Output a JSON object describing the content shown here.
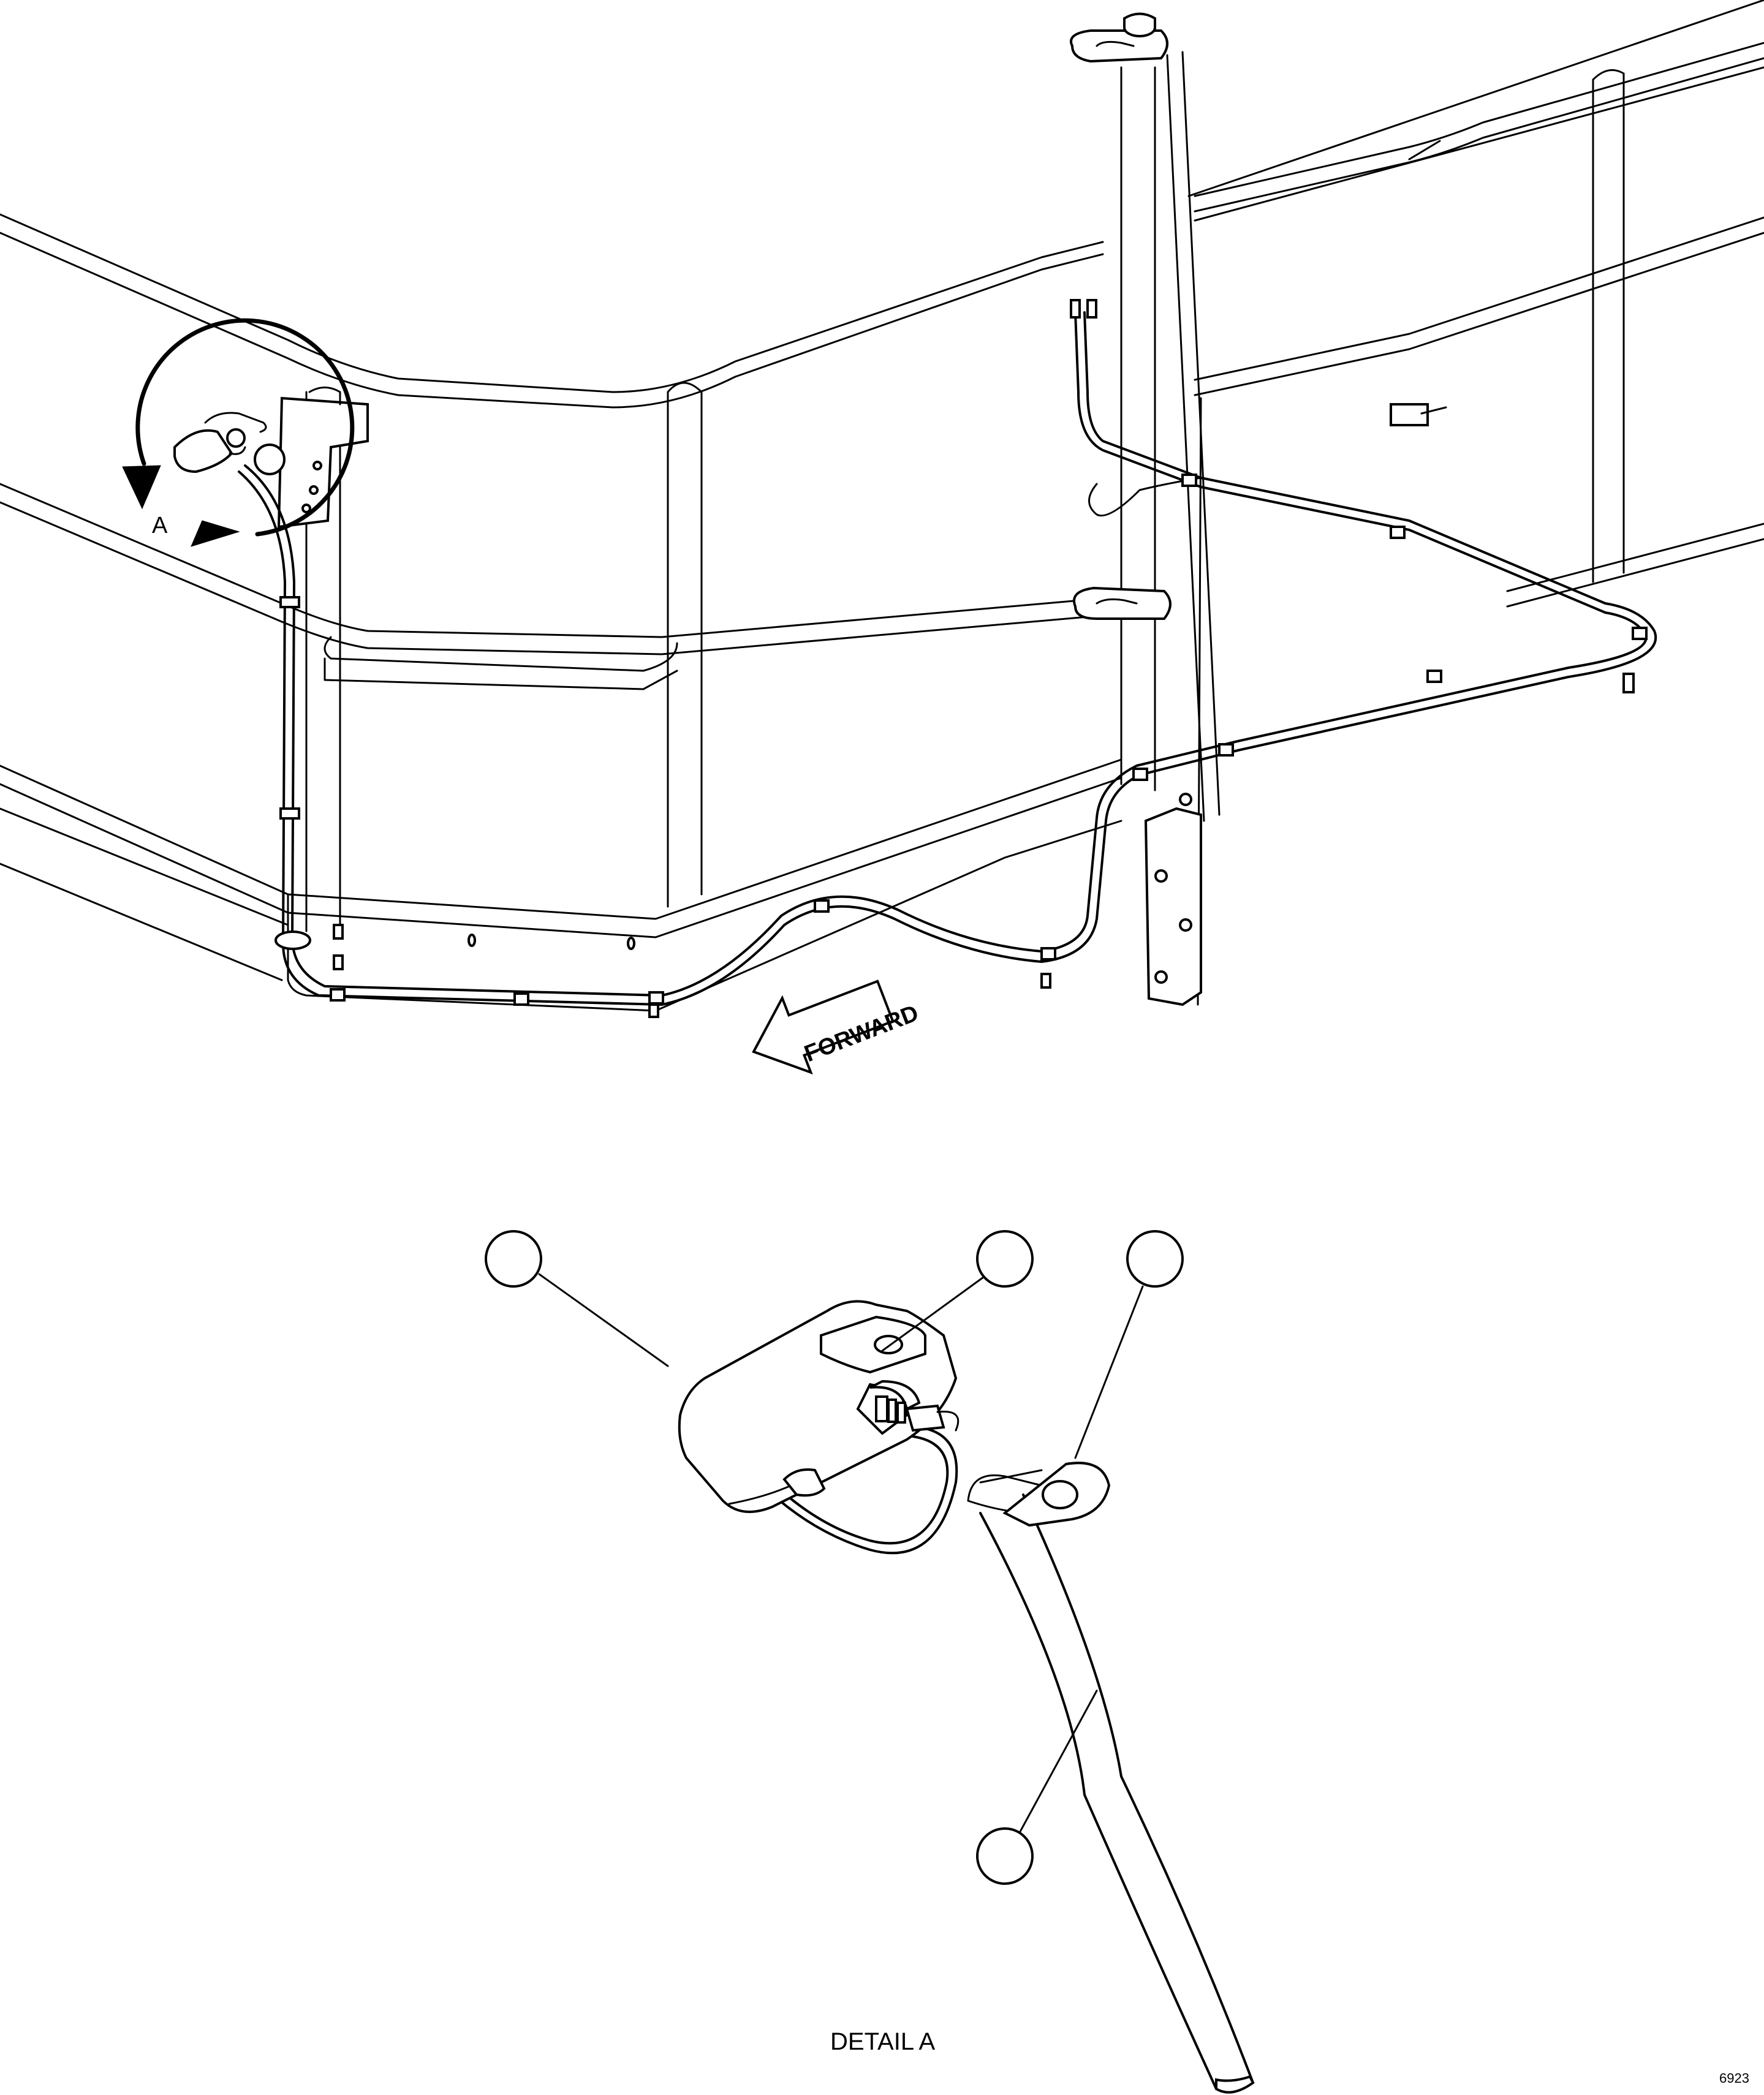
{
  "main_view": {
    "detail_callout": "A",
    "direction_arrow": "FORWARD"
  },
  "detail_view": {
    "title": "DETAIL A",
    "item_callouts": [
      "",
      "",
      "",
      ""
    ]
  },
  "figure_code": "6923"
}
